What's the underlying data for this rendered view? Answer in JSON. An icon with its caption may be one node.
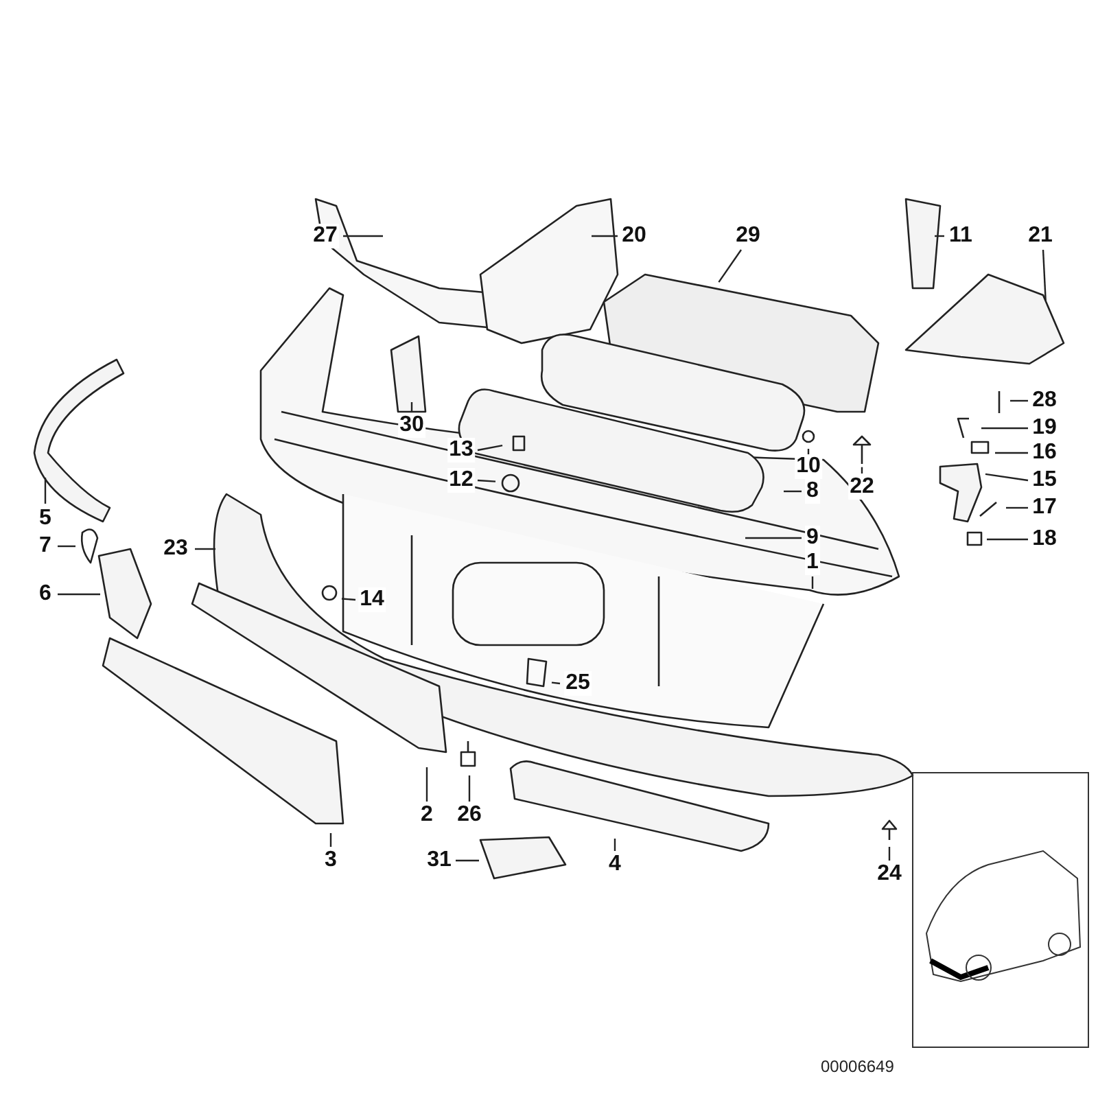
{
  "diagram": {
    "nodes": [
      {
        "text": [
          "27"
        ]
      },
      {
        "text": [
          "20"
        ]
      },
      {
        "text": [
          "29"
        ]
      },
      {
        "text": [
          "11"
        ]
      },
      {
        "text": [
          "21"
        ]
      },
      {
        "text": [
          "30"
        ]
      },
      {
        "text": [
          "13"
        ]
      },
      {
        "text": [
          "12"
        ]
      },
      {
        "text": [
          "10"
        ]
      },
      {
        "text": [
          "8"
        ]
      },
      {
        "text": [
          "22"
        ]
      },
      {
        "text": [
          "28"
        ]
      },
      {
        "text": [
          "19"
        ]
      },
      {
        "text": [
          "16"
        ]
      },
      {
        "text": [
          "15"
        ]
      },
      {
        "text": [
          "17"
        ]
      },
      {
        "text": [
          "18"
        ]
      },
      {
        "text": [
          "9"
        ]
      },
      {
        "text": [
          "1"
        ]
      },
      {
        "text": [
          "5"
        ]
      },
      {
        "text": [
          "7"
        ]
      },
      {
        "text": [
          "23"
        ]
      },
      {
        "text": [
          "6"
        ]
      },
      {
        "text": [
          "14"
        ]
      },
      {
        "text": [
          "25"
        ]
      },
      {
        "text": [
          "2"
        ]
      },
      {
        "text": [
          "26"
        ]
      },
      {
        "text": [
          "3"
        ]
      },
      {
        "text": [
          "4"
        ]
      },
      {
        "text": [
          "31"
        ]
      },
      {
        "text": [
          "24"
        ]
      }
    ],
    "edges": [
      {
        "from": 0,
        "to": null,
        "arrow": "none"
      },
      {
        "from": 1,
        "to": null,
        "arrow": "none"
      },
      {
        "from": 2,
        "to": null,
        "arrow": "none"
      },
      {
        "from": 3,
        "to": null,
        "arrow": "none"
      },
      {
        "from": 4,
        "to": null,
        "arrow": "none"
      },
      {
        "from": 5,
        "to": null,
        "arrow": "none"
      },
      {
        "from": 6,
        "to": null,
        "arrow": "none"
      },
      {
        "from": 7,
        "to": null,
        "arrow": "none"
      },
      {
        "from": 8,
        "to": null,
        "arrow": "none"
      },
      {
        "from": 9,
        "to": null,
        "arrow": "none"
      },
      {
        "from": 10,
        "to": null,
        "arrow": "none"
      },
      {
        "from": 11,
        "to": null,
        "arrow": "none"
      },
      {
        "from": 12,
        "to": null,
        "arrow": "none"
      },
      {
        "from": 13,
        "to": null,
        "arrow": "none"
      },
      {
        "from": 14,
        "to": null,
        "arrow": "none"
      },
      {
        "from": 15,
        "to": null,
        "arrow": "none"
      },
      {
        "from": 16,
        "to": null,
        "arrow": "none"
      },
      {
        "from": 17,
        "to": null,
        "arrow": "none"
      },
      {
        "from": 18,
        "to": null,
        "arrow": "none"
      },
      {
        "from": 19,
        "to": null,
        "arrow": "none"
      },
      {
        "from": 20,
        "to": null,
        "arrow": "none"
      },
      {
        "from": 21,
        "to": null,
        "arrow": "none"
      },
      {
        "from": 22,
        "to": null,
        "arrow": "none"
      },
      {
        "from": 23,
        "to": null,
        "arrow": "none"
      },
      {
        "from": 24,
        "to": null,
        "arrow": "none"
      },
      {
        "from": 25,
        "to": null,
        "arrow": "none"
      },
      {
        "from": 26,
        "to": null,
        "arrow": "none"
      },
      {
        "from": 27,
        "to": null,
        "arrow": "none"
      },
      {
        "from": 28,
        "to": null,
        "arrow": "none"
      },
      {
        "from": 29,
        "to": null,
        "arrow": "none"
      },
      {
        "from": 30,
        "to": null,
        "arrow": "none"
      }
    ],
    "labels": [
      "00006649"
    ]
  }
}
